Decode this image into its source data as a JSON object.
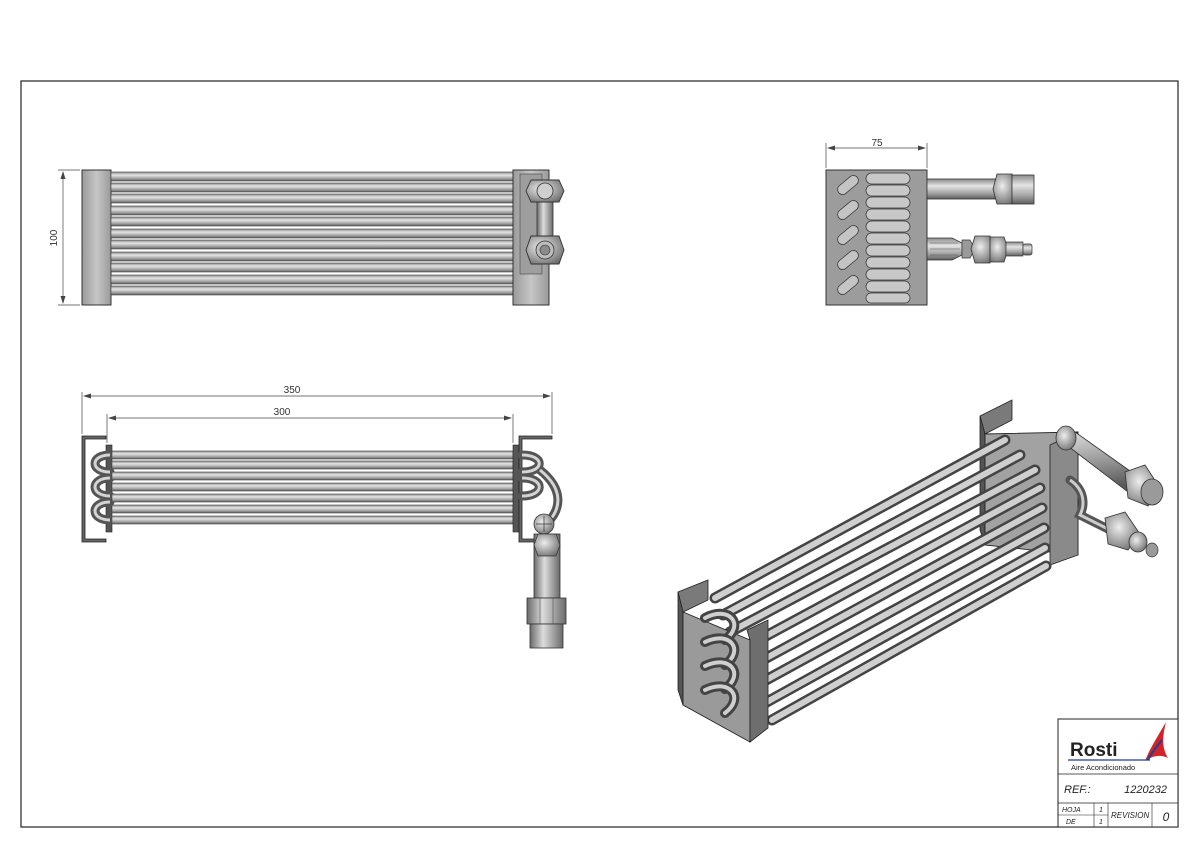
{
  "dimensions": {
    "height": "100",
    "depth": "75",
    "overall_length": "350",
    "tube_length": "300"
  },
  "title_block": {
    "brand": "Rosti",
    "tagline": "Aire Acondicionado",
    "ref_label": "REF.:",
    "ref_value": "1220232",
    "hoja_label": "HOJA",
    "hoja_value": "1",
    "de_label": "DE",
    "de_value": "1",
    "revision_label": "REVISION",
    "revision_value": "0"
  },
  "colors": {
    "metal": "#b9b9b9",
    "metal_dark": "#6e6e6e",
    "plate": "#a8a8a8",
    "logo_blue": "#1f3f8f",
    "logo_red": "#d2232a"
  }
}
